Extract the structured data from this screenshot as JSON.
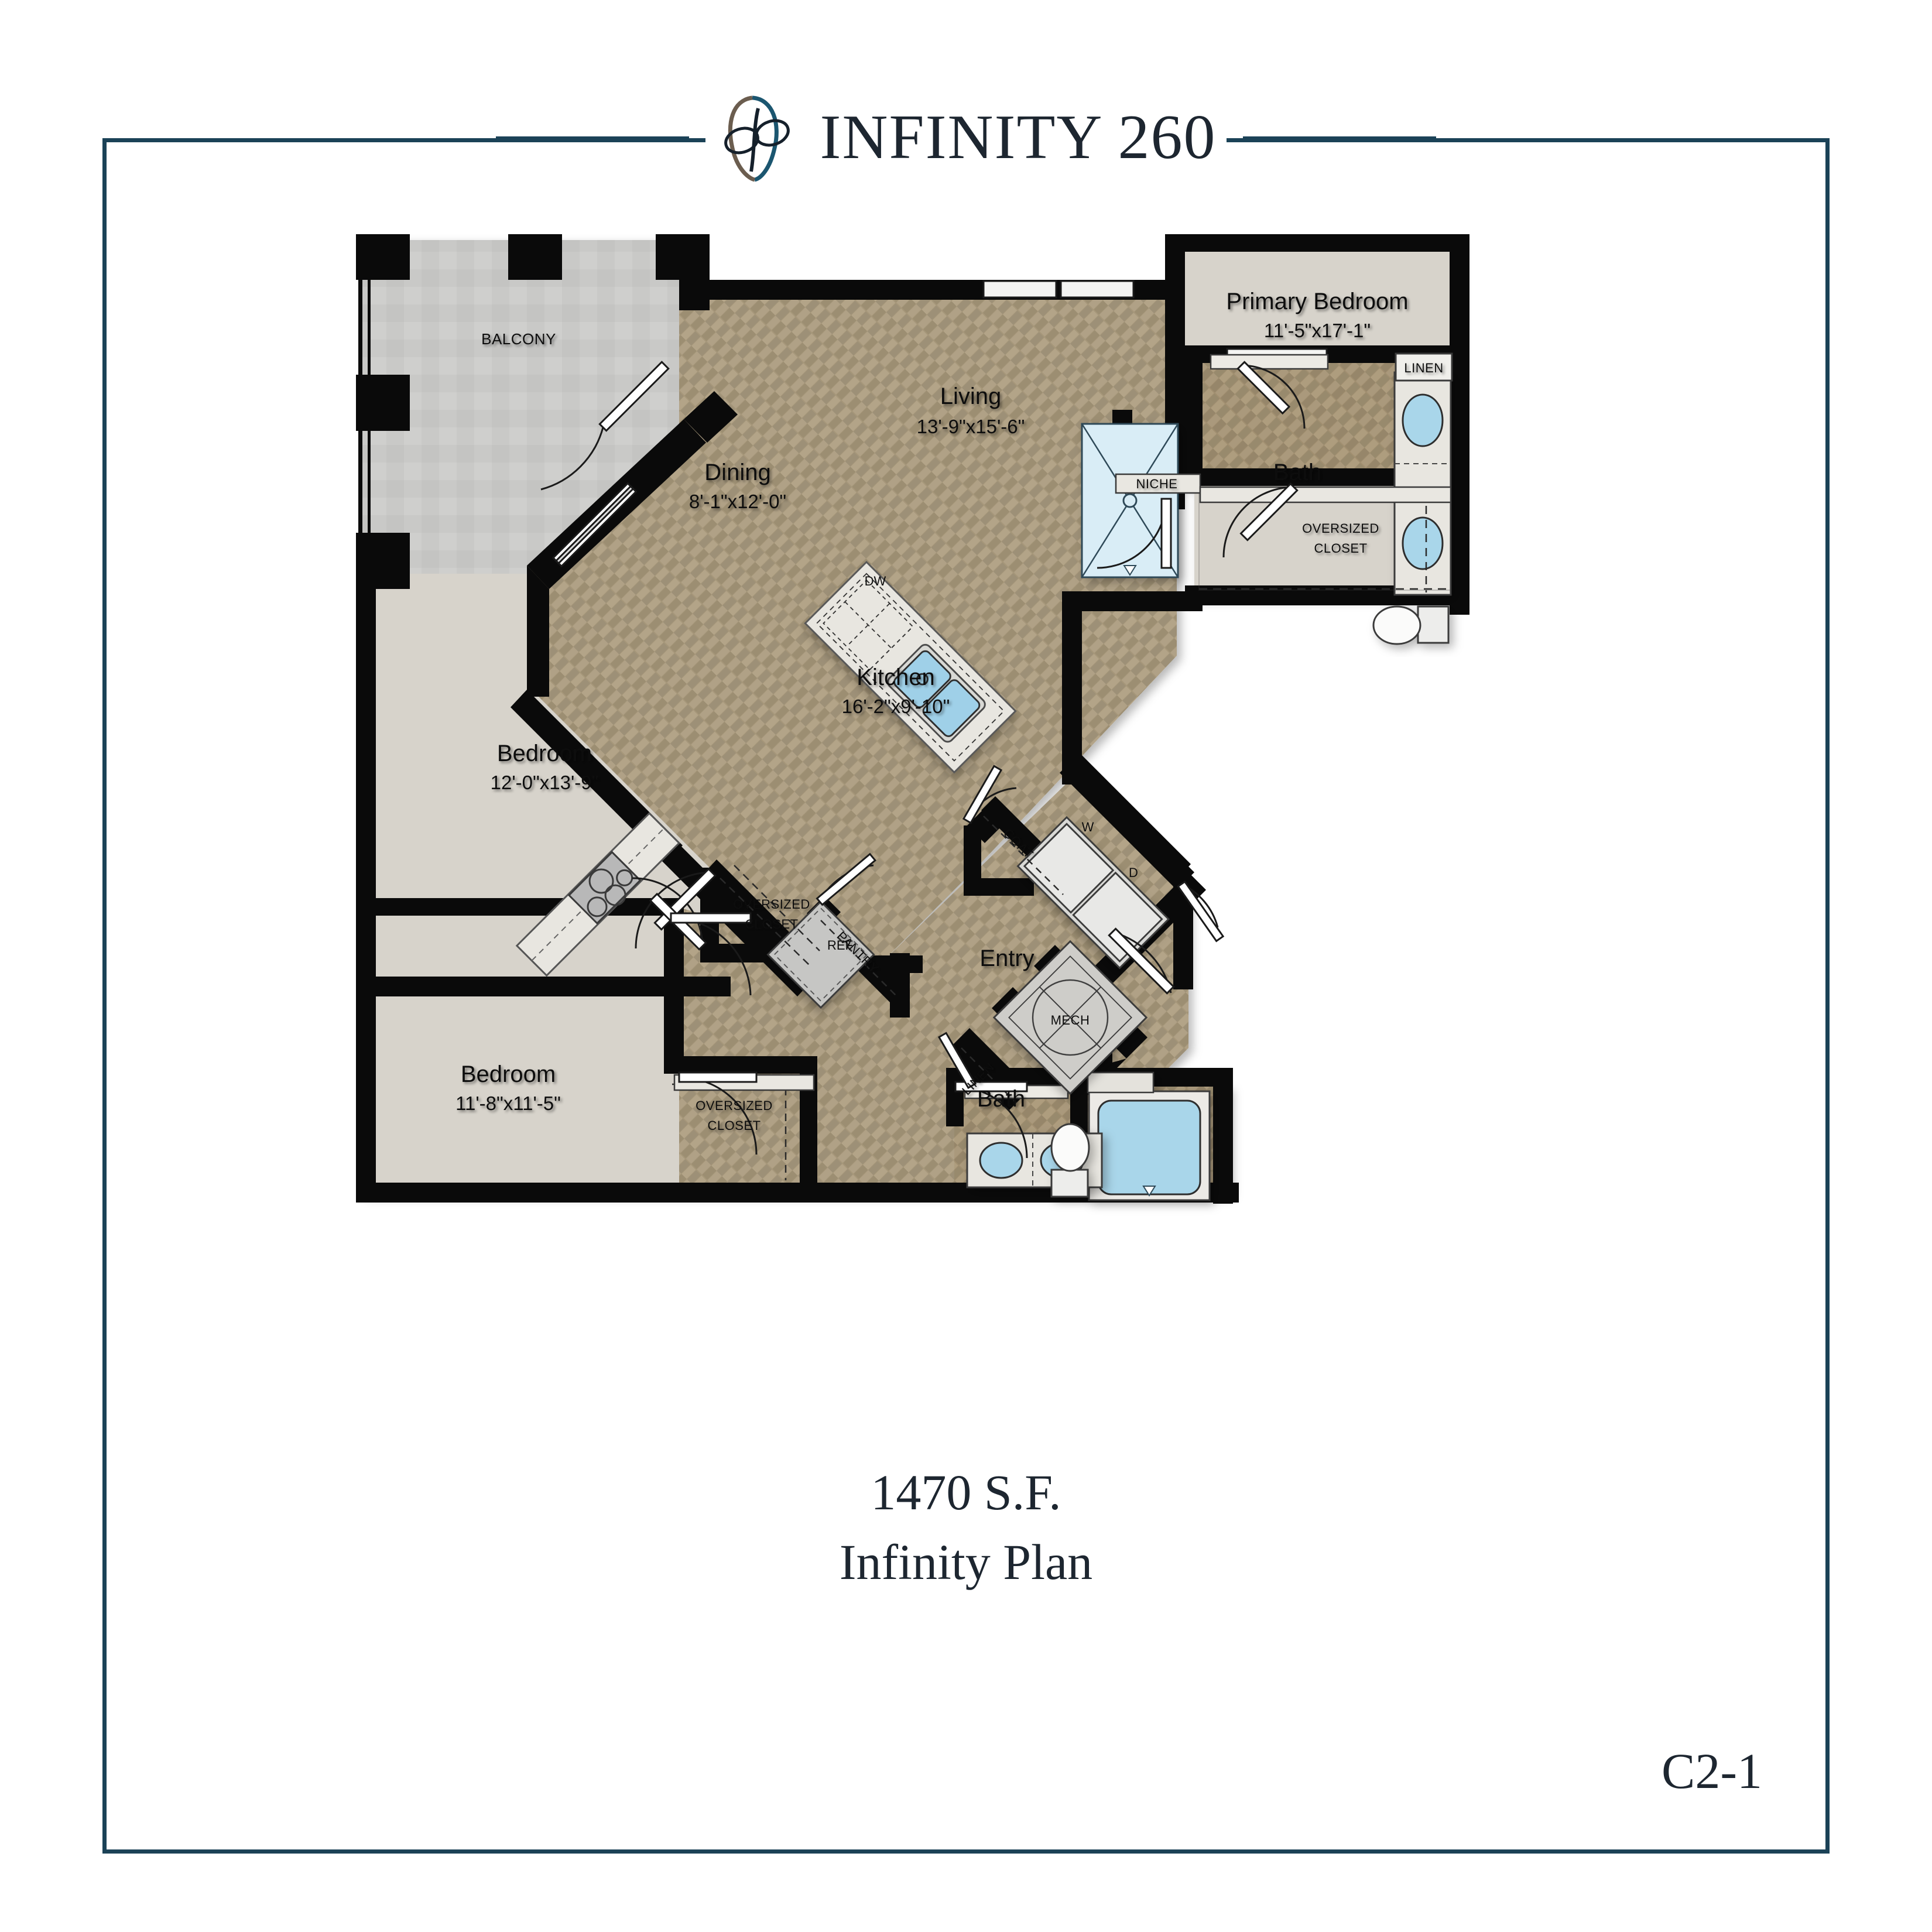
{
  "header": {
    "brand_name": "INFINITY 260",
    "logo_icon": "infinity-loop-logo",
    "rule_color": "#1b4257"
  },
  "footer": {
    "square_feet": "1470 S.F.",
    "plan_name": "Infinity Plan",
    "plan_code": "C2-1"
  },
  "colors": {
    "accent": "#1b4257",
    "wall": "#0a0a0a",
    "wood_floor": "#a89878",
    "carpet": "#d8d4cc",
    "balcony": "#c9c9c7",
    "fixture_blue": "#a8d4e8",
    "counter": "#e7e5df"
  },
  "floorplan": {
    "rooms": [
      {
        "name": "Living",
        "dimensions": "13'-9\"x15'-6\"",
        "floor": "wood"
      },
      {
        "name": "Dining",
        "dimensions": "8'-1\"x12'-0\"",
        "floor": "wood"
      },
      {
        "name": "Kitchen",
        "dimensions": "16'-2\"x9'-10\"",
        "floor": "wood"
      },
      {
        "name": "Primary Bedroom",
        "dimensions": "11'-5\"x17'-1\"",
        "floor": "carpet"
      },
      {
        "name": "Bedroom",
        "dimensions": "12'-0\"x13'-9\"",
        "floor": "carpet"
      },
      {
        "name": "Bedroom",
        "dimensions": "11'-8\"x11'-5\"",
        "floor": "carpet"
      },
      {
        "name": "Entry",
        "dimensions": "",
        "floor": "wood"
      },
      {
        "name": "Bath",
        "dimensions": "",
        "floor": "wood"
      },
      {
        "name": "Bath",
        "dimensions": "",
        "floor": "wood"
      }
    ],
    "labels": {
      "balcony": "BALCONY",
      "living": "Living",
      "living_dim": "13'-9\"x15'-6\"",
      "dining": "Dining",
      "dining_dim": "8'-1\"x12'-0\"",
      "kitchen": "Kitchen",
      "kitchen_dim": "16'-2\"x9'-10\"",
      "primary_bedroom": "Primary Bedroom",
      "primary_bedroom_dim": "11'-5\"x17'-1\"",
      "bedroom2": "Bedroom",
      "bedroom2_dim": "12'-0\"x13'-9\"",
      "bedroom3": "Bedroom",
      "bedroom3_dim": "11'-8\"x11'-5\"",
      "entry": "Entry",
      "bath_primary": "Bath",
      "bath_secondary": "Bath",
      "niche": "NICHE",
      "linen_primary": "LINEN",
      "linen_hall": "LINEN",
      "coat": "COAT",
      "pantry": "PANTRY",
      "mech": "MECH",
      "oversized_closet_bed2": "OVERSIZED CLOSET",
      "oversized_closet_bed2_l1": "OVERSIZED",
      "oversized_closet_bed2_l2": "CLOSET",
      "oversized_closet_bed3_l1": "OVERSIZED",
      "oversized_closet_bed3_l2": "CLOSET",
      "oversized_closet_primary_l1": "OVERSIZED",
      "oversized_closet_primary_l2": "CLOSET"
    },
    "appliances": {
      "dishwasher": "DW",
      "refrigerator": "REF",
      "washer": "W",
      "dryer": "D"
    }
  }
}
